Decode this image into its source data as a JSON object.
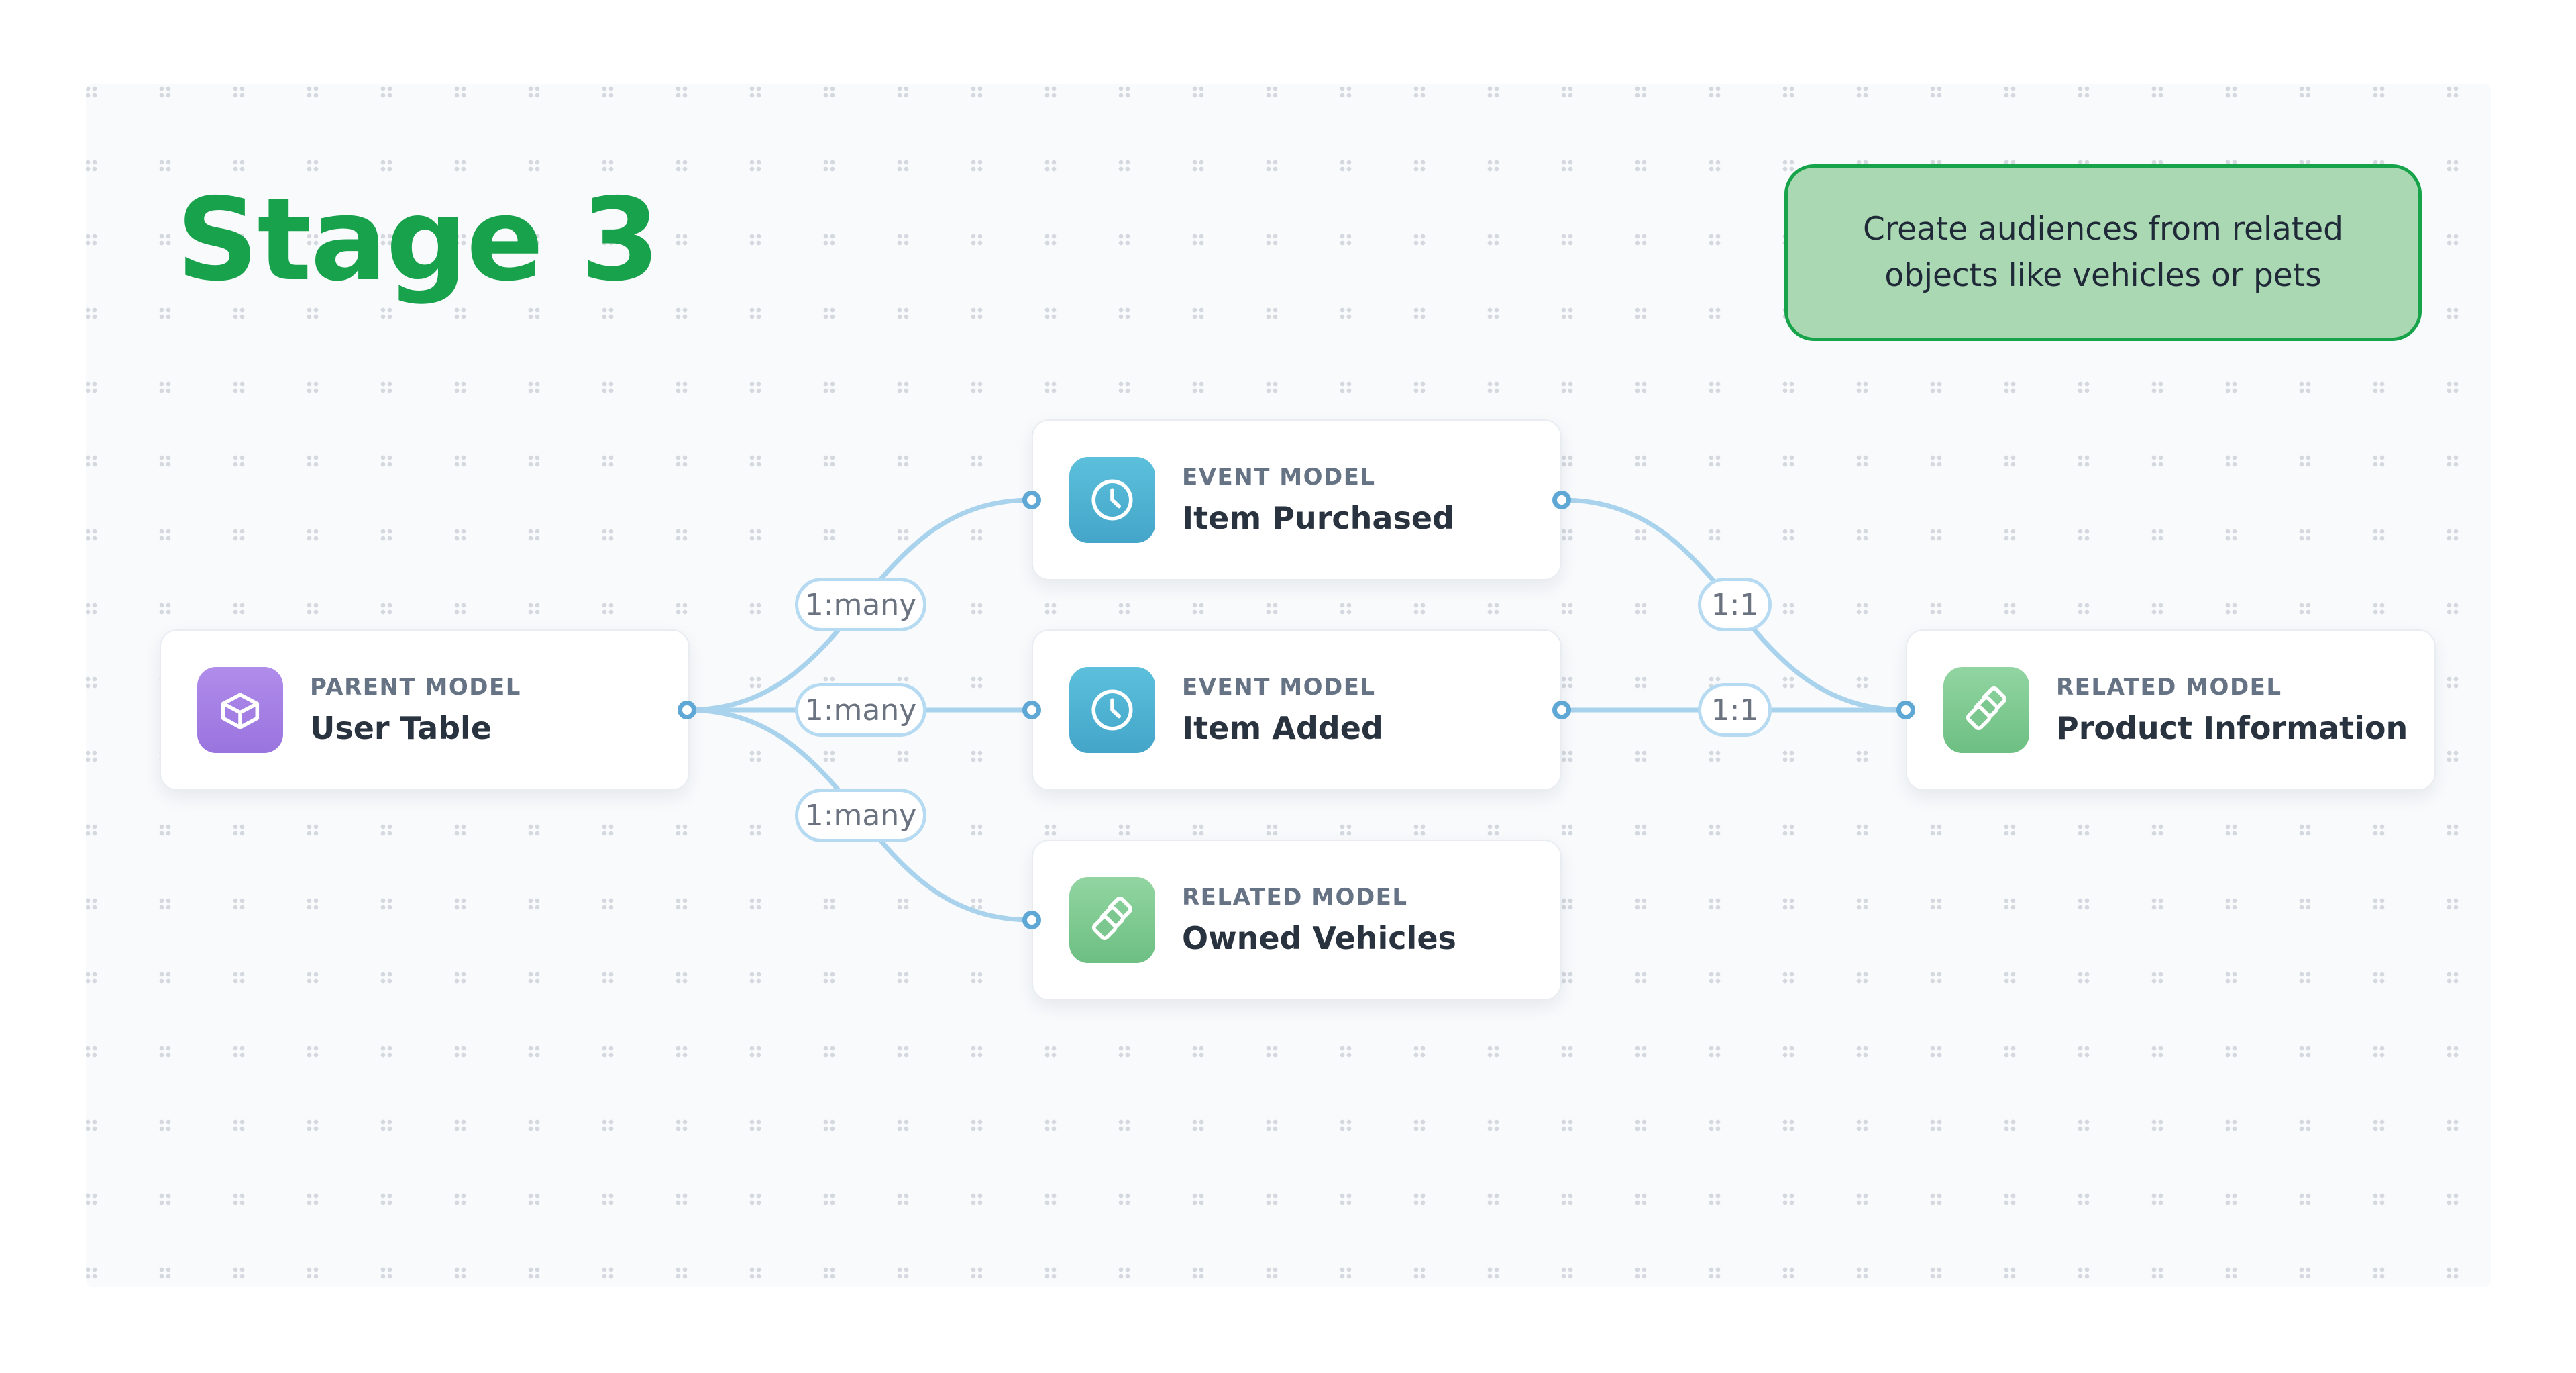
{
  "stage": {
    "title": "Stage 3"
  },
  "callout": {
    "line1": "Create audiences from related",
    "line2": "objects like vehicles or pets"
  },
  "nodes": {
    "parent": {
      "type_label": "PARENT MODEL",
      "name": "User Table",
      "icon": "cube-icon"
    },
    "event_purchased": {
      "type_label": "EVENT MODEL",
      "name": "Item Purchased",
      "icon": "clock-icon"
    },
    "event_added": {
      "type_label": "EVENT MODEL",
      "name": "Item Added",
      "icon": "clock-icon"
    },
    "related_vehicles": {
      "type_label": "RELATED MODEL",
      "name": "Owned Vehicles",
      "icon": "layers-icon"
    },
    "related_product": {
      "type_label": "RELATED MODEL",
      "name": "Product Information",
      "icon": "layers-icon"
    }
  },
  "edges": {
    "labels": [
      "1:many",
      "1:many",
      "1:many",
      "1:1",
      "1:1"
    ]
  },
  "colors": {
    "title_green": "#17a24b",
    "callout_fill": "#a9d8b3",
    "callout_border": "#16a34a",
    "callout_text": "#1f2937",
    "canvas_bg": "#f8fafc",
    "dot_gray": "#d4d8df",
    "edge_blue": "#a9d2ec",
    "port_blue": "#5fa8d5",
    "pill_border": "#b5daf1",
    "pill_text": "#6b7280",
    "label_gray": "#667385",
    "name_dark": "#29323f",
    "card_border": "#e9ecf1",
    "icon_purple_top": "#b08ceb",
    "icon_purple_bottom": "#9a74de",
    "icon_blue_top": "#5cc0dc",
    "icon_blue_bottom": "#44a5c9",
    "icon_green_top": "#92d5a2",
    "icon_green_bottom": "#6dbf82",
    "icon_green_fill": "#7cc68f",
    "icon_glyph": "#ffffff"
  }
}
